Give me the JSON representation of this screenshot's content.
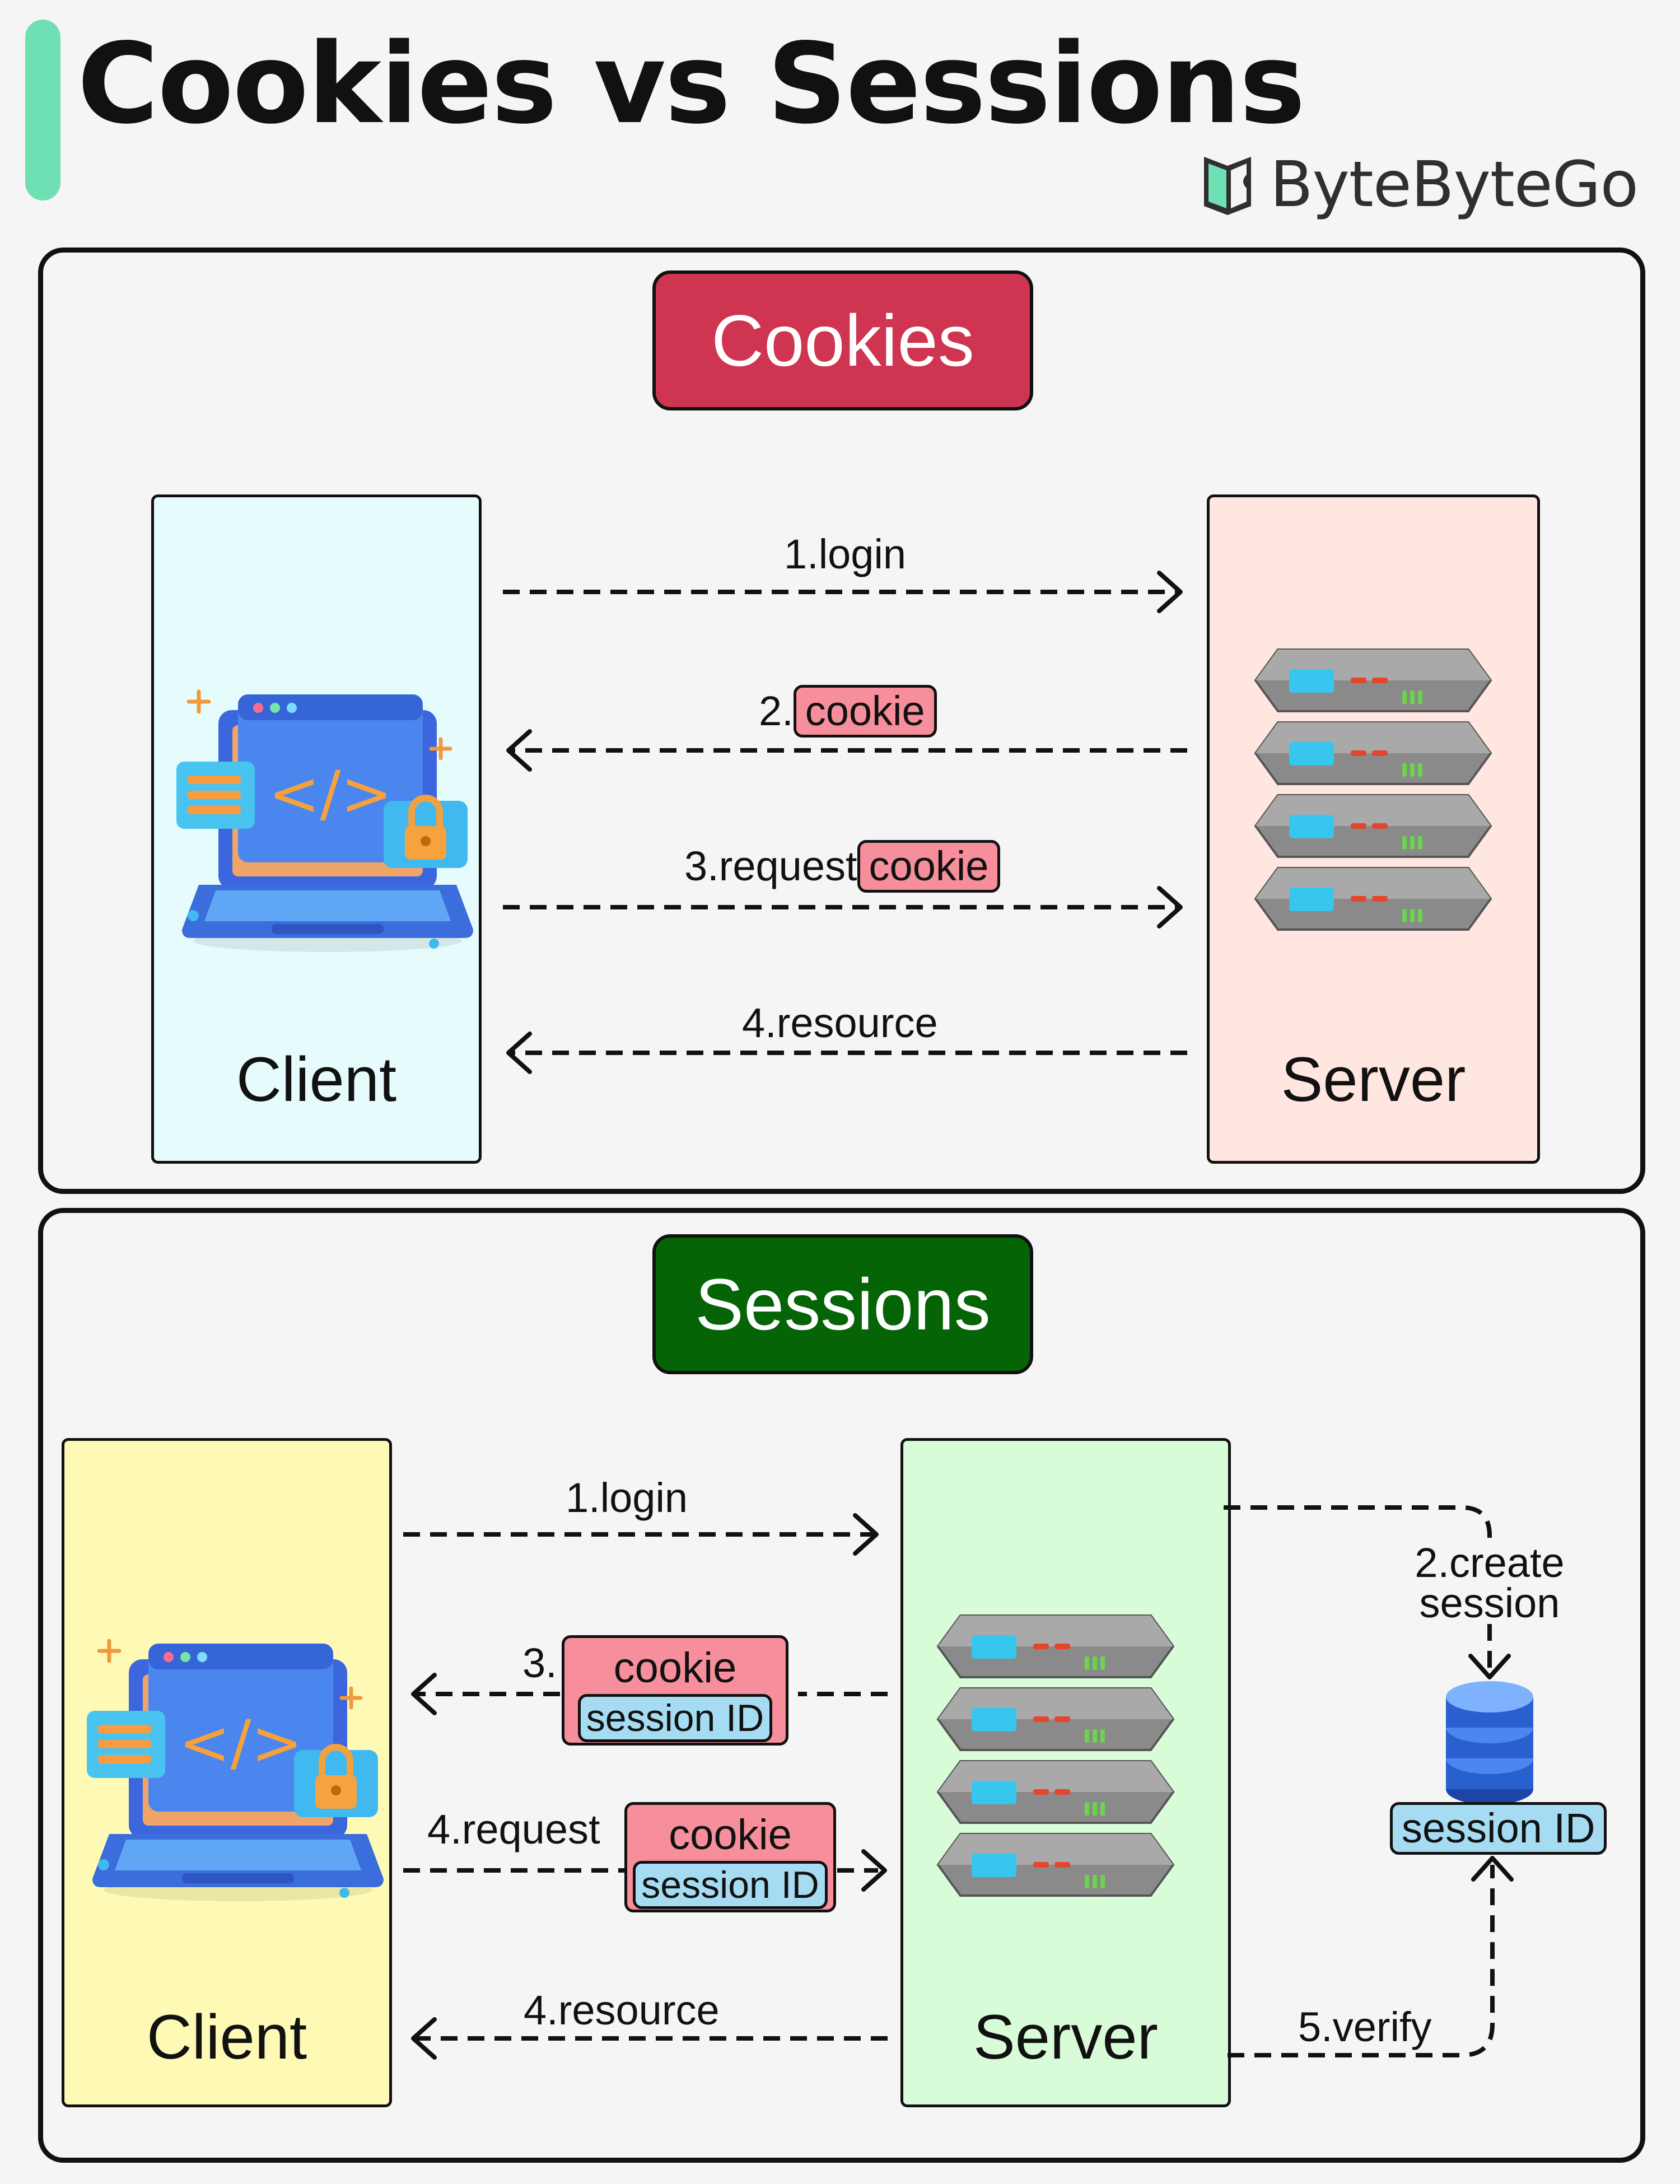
{
  "header": {
    "title": "Cookies vs Sessions",
    "brand": "ByteByteGo",
    "brand_logo_icon": "bytebytego-logo-icon"
  },
  "colors": {
    "accent_bar": "#6fe0b4",
    "cookies_title_bg": "#cf3450",
    "sessions_title_bg": "#056405",
    "cookie_tag": "#f68f9b",
    "session_tag": "#a5dcf2",
    "cookies_client_bg": "#e6fbfb",
    "cookies_server_bg": "#ffe6e0",
    "sessions_client_bg": "#fefab5",
    "sessions_server_bg": "#d8fcd8"
  },
  "cookies": {
    "title": "Cookies",
    "client": {
      "label": "Client",
      "icon": "laptop-code-icon"
    },
    "server": {
      "label": "Server",
      "icon": "server-rack-icon"
    },
    "steps": [
      {
        "text": "1.login"
      },
      {
        "text": "2.",
        "tag": "cookie"
      },
      {
        "text": "3.request",
        "tag": "cookie"
      },
      {
        "text": "4.resource"
      }
    ]
  },
  "sessions": {
    "title": "Sessions",
    "client": {
      "label": "Client",
      "icon": "laptop-code-icon"
    },
    "server": {
      "label": "Server",
      "icon": "server-rack-icon"
    },
    "store": {
      "label": "session ID",
      "icon": "database-icon"
    },
    "steps": [
      {
        "text": "1.login"
      },
      {
        "text": "2.create",
        "text2": "session"
      },
      {
        "text": "3.",
        "tag": "cookie",
        "tag2": "session ID"
      },
      {
        "text": "4.request",
        "tag": "cookie",
        "tag2": "session ID"
      },
      {
        "text": "4.resource"
      },
      {
        "text": "5.verify"
      }
    ]
  }
}
